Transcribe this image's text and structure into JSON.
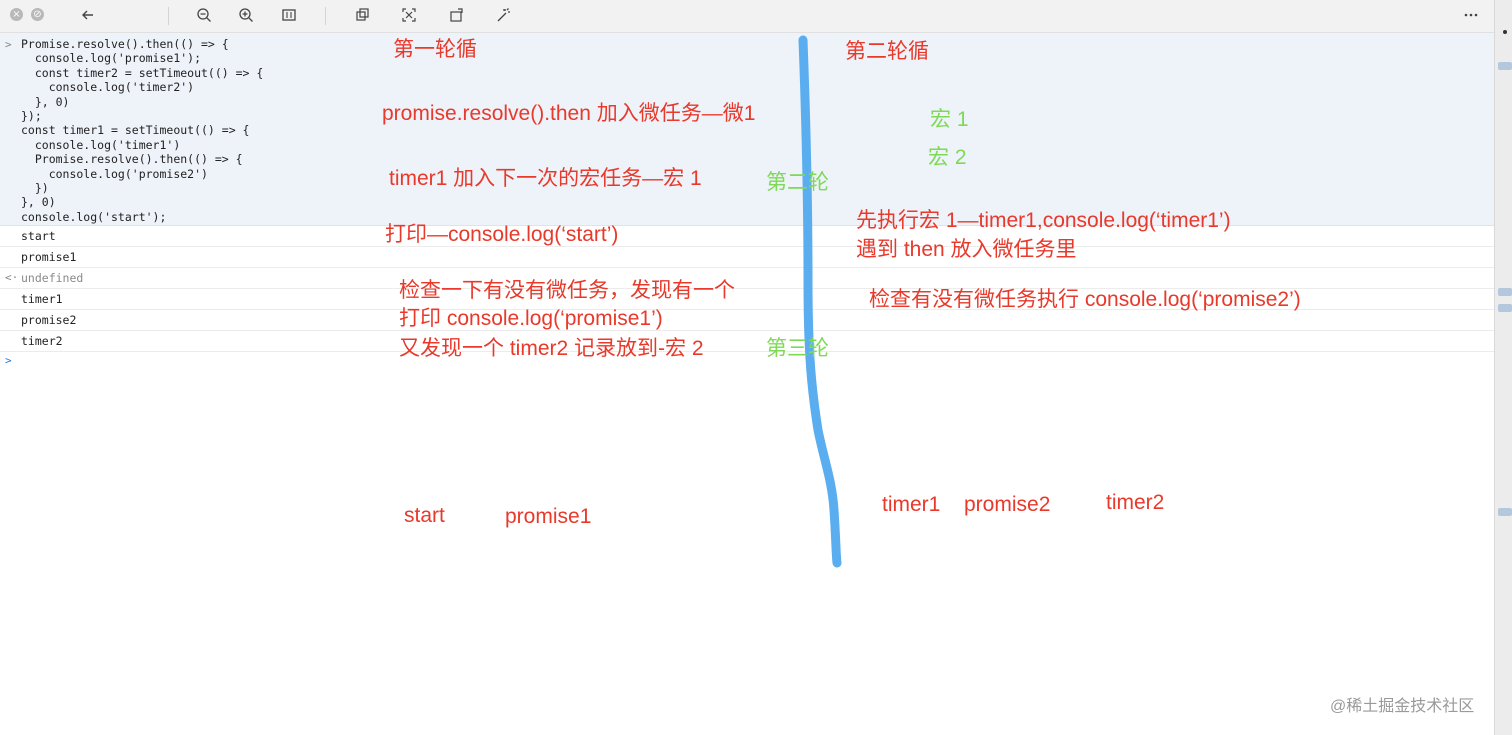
{
  "toolbar": {
    "icons": [
      "close-icon",
      "stop-icon",
      "back-arrow-icon",
      "zoom-out-icon",
      "zoom-in-icon",
      "fit-icon",
      "crop-icon",
      "expand-icon",
      "rotate-icon",
      "magic-wand-icon",
      "more-icon"
    ]
  },
  "console": {
    "code_lines": [
      "Promise.resolve().then(() => {",
      "  console.log('promise1');",
      "  const timer2 = setTimeout(() => {",
      "    console.log('timer2')",
      "  }, 0)",
      "});",
      "const timer1 = setTimeout(() => {",
      "  console.log('timer1')",
      "  Promise.resolve().then(() => {",
      "    console.log('promise2')",
      "  })",
      "}, 0)",
      "console.log('start');"
    ],
    "output": [
      "start",
      "promise1",
      "undefined",
      "timer1",
      "promise2",
      "timer2"
    ]
  },
  "annotations": {
    "loop1": "第一轮循",
    "loop2": "第二轮循",
    "note_micro": "promise.resolve().then 加入微任务—微1",
    "macro1": "宏 1",
    "macro2": "宏 2",
    "note_timer1": "timer1 加入下一次的宏任务—宏 1",
    "round2": "第二轮",
    "exec_macro1": "先执行宏 1—timer1,console.log(‘timer1’)",
    "then_micro": "遇到 then 放入微任务里",
    "print_start": "打印—console.log(‘start’)",
    "check_micro": "检查一下有没有微任务，发现有一个",
    "check_exec": "检查有没有微任务执行 console.log(‘promise2’)",
    "print_promise1": "打印 console.log(‘promise1’)",
    "found_timer2": "又发现一个 timer2 记录放到-宏 2",
    "round3": "第三轮",
    "res_start": "start",
    "res_promise1": "promise1",
    "res_timer1": "timer1",
    "res_promise2": "promise2",
    "res_timer2": "timer2"
  },
  "watermark": "@稀土掘金技术社区",
  "colors": {
    "annotation_red": "#e8392b",
    "annotation_green": "#7ed957",
    "divider_blue": "#5aaef0",
    "code_bg": "#eef2f9"
  }
}
